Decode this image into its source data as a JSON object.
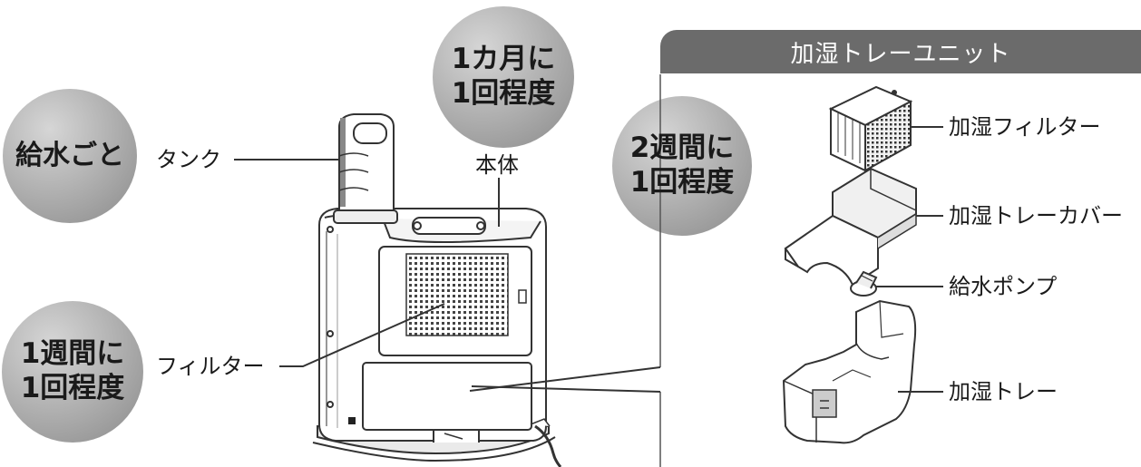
{
  "colors": {
    "bubble_light": "#c9c9c9",
    "bubble_dark": "#8c8c8c",
    "header_bg": "#6b6b6b",
    "line": "#333333"
  },
  "bubbles": {
    "every_refill": "給水ごと",
    "monthly": [
      "1カ月に",
      "1回程度"
    ],
    "biweekly": [
      "2週間に",
      "1回程度"
    ],
    "weekly": [
      "1週間に",
      "1回程度"
    ]
  },
  "labels": {
    "tank": "タンク",
    "body": "本体",
    "filter": "フィルター"
  },
  "unit": {
    "title": "加湿トレーユニット",
    "parts": {
      "humidifier_filter": "加湿フィルター",
      "tray_cover": "加湿トレーカバー",
      "water_pump": "給水ポンプ",
      "tray": "加湿トレー"
    }
  }
}
